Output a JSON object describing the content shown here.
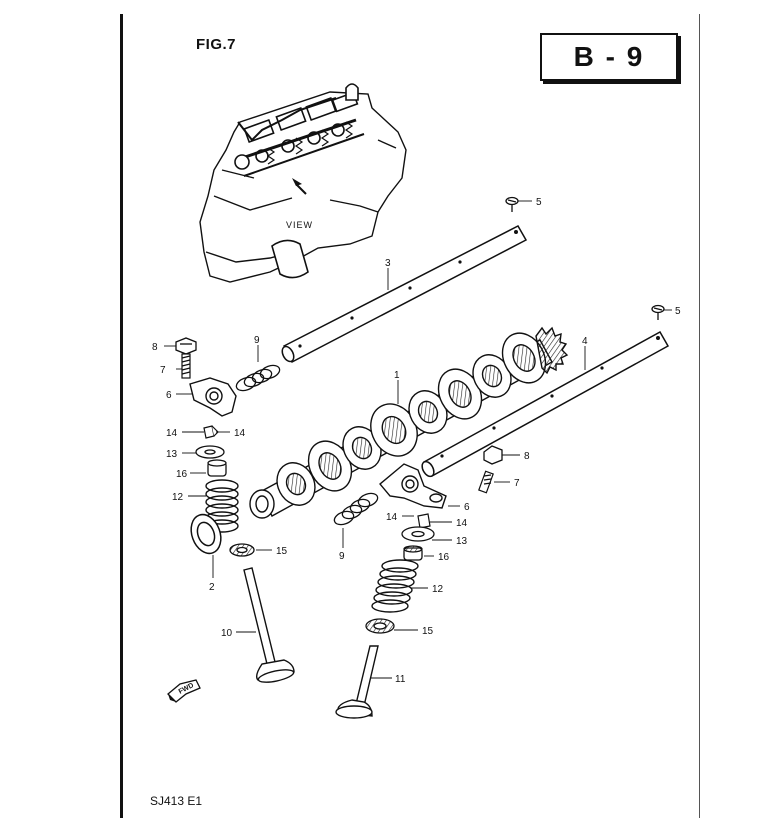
{
  "figure": {
    "title": "FIG.7",
    "page_code": "B - 9",
    "model_code": "SJ413 E1"
  },
  "inset": {
    "view_label": "VIEW"
  },
  "direction_label": "FWD",
  "callouts": {
    "c1": "1",
    "c2": "2",
    "c3": "3",
    "c4": "4",
    "c5a": "5",
    "c5b": "5",
    "c6a": "6",
    "c6b": "6",
    "c7a": "7",
    "c7b": "7",
    "c8a": "8",
    "c8b": "8",
    "c9a": "9",
    "c9b": "9",
    "c10": "10",
    "c11": "11",
    "c12a": "12",
    "c12b": "12",
    "c13a": "13",
    "c13b": "13",
    "c14a": "14",
    "c14b": "14",
    "c14c": "14",
    "c14d": "14",
    "c15a": "15",
    "c15b": "15",
    "c16a": "16",
    "c16b": "16"
  }
}
